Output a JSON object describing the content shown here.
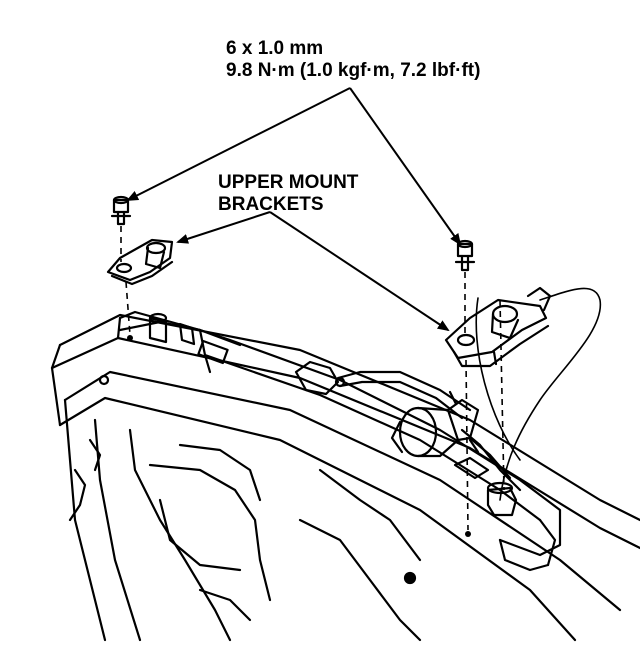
{
  "callouts": {
    "fastener_spec": {
      "size": "6 x 1.0 mm",
      "torque": "9.8 N·m (1.0 kgf·m, 7.2 lbf·ft)"
    },
    "brackets": {
      "line1": "UPPER MOUNT",
      "line2": "BRACKETS"
    }
  },
  "colors": {
    "ink": "#000000",
    "paper": "#ffffff"
  }
}
